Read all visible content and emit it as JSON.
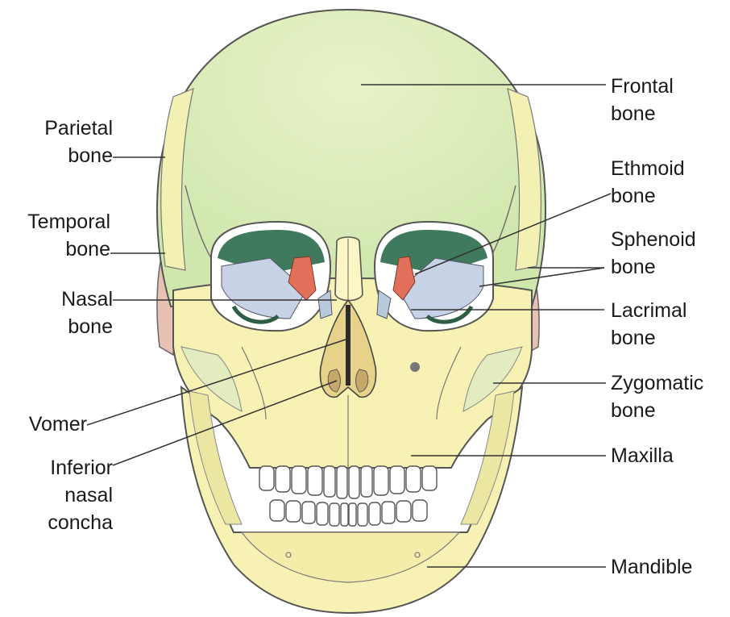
{
  "labels": {
    "left": [
      {
        "id": "parietal",
        "lines": [
          "Parietal",
          "bone"
        ]
      },
      {
        "id": "temporal",
        "lines": [
          "Temporal",
          "bone"
        ]
      },
      {
        "id": "nasal",
        "lines": [
          "Nasal",
          "bone"
        ]
      },
      {
        "id": "vomer",
        "lines": [
          "Vomer"
        ]
      },
      {
        "id": "inferior_nasal_concha",
        "lines": [
          "Inferior",
          "nasal",
          "concha"
        ]
      }
    ],
    "right": [
      {
        "id": "frontal",
        "lines": [
          "Frontal",
          "bone"
        ]
      },
      {
        "id": "ethmoid",
        "lines": [
          "Ethmoid",
          "bone"
        ]
      },
      {
        "id": "sphenoid",
        "lines": [
          "Sphenoid",
          "bone"
        ]
      },
      {
        "id": "lacrimal",
        "lines": [
          "Lacrimal",
          "bone"
        ]
      },
      {
        "id": "zygomatic",
        "lines": [
          "Zygomatic",
          "bone"
        ]
      },
      {
        "id": "maxilla",
        "lines": [
          "Maxilla"
        ]
      },
      {
        "id": "mandible",
        "lines": [
          "Mandible"
        ]
      }
    ]
  },
  "colors": {
    "frontal": "#d9ecb8",
    "face": "#f7f2b3",
    "skull_outline": "#555555",
    "ethmoid": "#e0705a",
    "sphenoid": "#c8d2e6",
    "orbit_dark": "#3f7a5e",
    "temporal": "#e8c1b5",
    "zygomatic_shadow": "#d8e6c0",
    "leader_line": "#333333"
  }
}
